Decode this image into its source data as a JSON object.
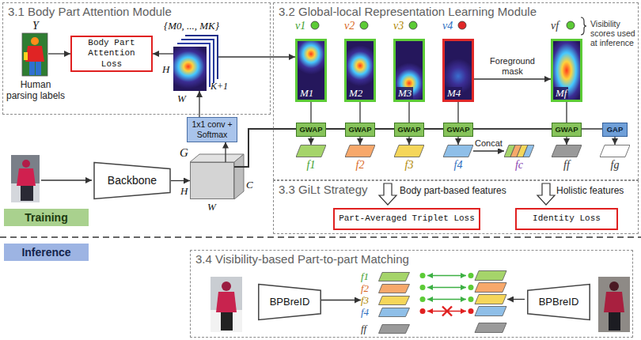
{
  "diagram": {
    "nodes": [
      {
        "text": [
          "3.1 Body Part Attention Module"
        ]
      },
      {
        "text": [
          "Body Part Attention Loss"
        ],
        "in": 0
      },
      {
        "text": [
          "Y",
          "Human parsing labels"
        ],
        "in": 0
      },
      {
        "text": [
          "{M0, ..., MK}"
        ],
        "in": 0
      },
      {
        "text": [
          "1x1 conv + Softmax"
        ]
      },
      {
        "text": [
          "Training"
        ]
      },
      {
        "text": [
          "Backbone"
        ]
      },
      {
        "text": [
          "G"
        ]
      },
      {
        "text": [
          "3.2 Global-local Representation Learning Module"
        ]
      },
      {
        "text": [
          "v1",
          "M1"
        ],
        "in": 8
      },
      {
        "text": [
          "v2",
          "M2"
        ],
        "in": 8
      },
      {
        "text": [
          "v3",
          "M3"
        ],
        "in": 8
      },
      {
        "text": [
          "v4",
          "M4"
        ],
        "in": 8
      },
      {
        "text": [
          "vf",
          "Mf"
        ],
        "in": 8
      },
      {
        "text": [
          "GWAP"
        ],
        "in": 8
      },
      {
        "text": [
          "GWAP"
        ],
        "in": 8
      },
      {
        "text": [
          "GWAP"
        ],
        "in": 8
      },
      {
        "text": [
          "GWAP"
        ],
        "in": 8
      },
      {
        "text": [
          "GWAP"
        ],
        "in": 8
      },
      {
        "text": [
          "GAP"
        ],
        "in": 8
      },
      {
        "text": [
          "f1"
        ],
        "in": 8
      },
      {
        "text": [
          "f2"
        ],
        "in": 8
      },
      {
        "text": [
          "f3"
        ],
        "in": 8
      },
      {
        "text": [
          "f4"
        ],
        "in": 8
      },
      {
        "text": [
          "fc"
        ],
        "in": 8
      },
      {
        "text": [
          "ff"
        ],
        "in": 8
      },
      {
        "text": [
          "fg"
        ],
        "in": 8
      },
      {
        "text": [
          "3.3 GiLt Strategy"
        ]
      },
      {
        "text": [
          "Part-Averaged Triplet Loss"
        ],
        "in": 27
      },
      {
        "text": [
          "Identity Loss"
        ],
        "in": 27
      },
      {
        "text": [
          "Inference"
        ]
      },
      {
        "text": [
          "3.4 Visibility-based Part-to-part Matching"
        ]
      },
      {
        "text": [
          "BPBreID"
        ],
        "in": 31
      },
      {
        "text": [
          "BPBreID"
        ],
        "in": 31
      },
      {
        "text": [
          "f1"
        ],
        "in": 31
      },
      {
        "text": [
          "f2"
        ],
        "in": 31
      },
      {
        "text": [
          "f3"
        ],
        "in": 31
      },
      {
        "text": [
          "f4"
        ],
        "in": 31
      },
      {
        "text": [
          "ff"
        ],
        "in": 31
      }
    ],
    "edges": [
      {
        "from": 2,
        "to": 1,
        "arrow": "to"
      },
      {
        "from": 3,
        "to": 1,
        "arrow": "to"
      },
      {
        "from": 7,
        "to": 4,
        "arrow": "to"
      },
      {
        "from": 4,
        "to": 3,
        "arrow": "to"
      },
      {
        "from": 6,
        "to": 7,
        "arrow": "to"
      },
      {
        "from": 3,
        "to": 9,
        "arrow": "to"
      },
      {
        "from": 7,
        "to": 14,
        "arrow": "none"
      },
      {
        "from": 7,
        "to": 15,
        "arrow": "none"
      },
      {
        "from": 7,
        "to": 16,
        "arrow": "none"
      },
      {
        "from": 7,
        "to": 17,
        "arrow": "none"
      },
      {
        "from": 7,
        "to": 18,
        "arrow": "none"
      },
      {
        "from": 7,
        "to": 19,
        "arrow": "none"
      },
      {
        "from": 9,
        "to": 14,
        "arrow": "none"
      },
      {
        "from": 10,
        "to": 15,
        "arrow": "none"
      },
      {
        "from": 11,
        "to": 16,
        "arrow": "none"
      },
      {
        "from": 12,
        "to": 17,
        "arrow": "none"
      },
      {
        "from": 13,
        "to": 18,
        "arrow": "none"
      },
      {
        "from": 12,
        "to": 13,
        "label": "Foreground mask",
        "arrow": "to"
      },
      {
        "from": 14,
        "to": 20,
        "arrow": "to"
      },
      {
        "from": 15,
        "to": 21,
        "arrow": "to"
      },
      {
        "from": 16,
        "to": 22,
        "arrow": "to"
      },
      {
        "from": 17,
        "to": 23,
        "arrow": "to"
      },
      {
        "from": 18,
        "to": 25,
        "arrow": "to"
      },
      {
        "from": 19,
        "to": 26,
        "arrow": "to"
      },
      {
        "from": 23,
        "to": 24,
        "label": "Concat",
        "arrow": "to"
      },
      {
        "from": 32,
        "to": 36,
        "arrow": "to"
      }
    ],
    "labels": [
      "H",
      "W",
      "K+1",
      "H",
      "W",
      "C",
      "Visibility scores used at inference",
      "Body part-based features",
      "Holistic features"
    ]
  }
}
